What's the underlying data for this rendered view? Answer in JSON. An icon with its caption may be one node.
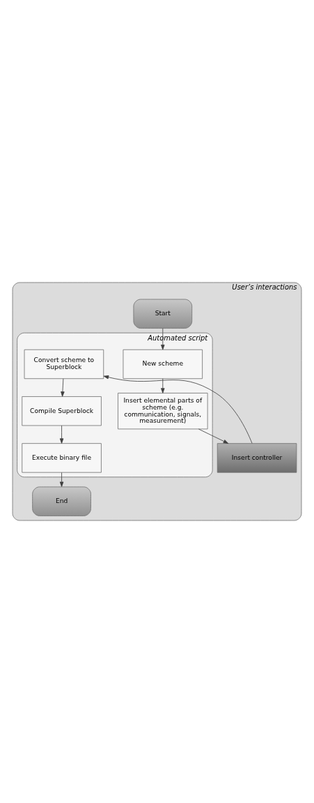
{
  "diagram": {
    "nodes": [
      {
        "text": [
          "User’s interactions"
        ]
      },
      {
        "text": [
          "Automated script"
        ],
        "in": 0
      },
      {
        "text": [
          "Start"
        ],
        "in": 0
      },
      {
        "text": [
          "New scheme"
        ],
        "in": 1
      },
      {
        "text": [
          "Insert elemental parts of scheme (e.g. communication, signals, measurement)"
        ],
        "in": 1
      },
      {
        "text": [
          "Insert controller"
        ],
        "in": 0
      },
      {
        "text": [
          "Convert scheme to Superblock"
        ],
        "in": 1
      },
      {
        "text": [
          "Compile Superblock"
        ],
        "in": 1
      },
      {
        "text": [
          "Execute binary file"
        ],
        "in": 1
      },
      {
        "text": [
          "End"
        ],
        "in": 0
      }
    ],
    "edges": [
      {
        "from": 2,
        "to": 3,
        "arrow": "to"
      },
      {
        "from": 3,
        "to": 4,
        "arrow": "to"
      },
      {
        "from": 4,
        "to": 5,
        "arrow": "to"
      },
      {
        "from": 5,
        "to": 6,
        "arrow": "to"
      },
      {
        "from": 6,
        "to": 7,
        "arrow": "to"
      },
      {
        "from": 7,
        "to": 8,
        "arrow": "to"
      },
      {
        "from": 8,
        "to": 9,
        "arrow": "to"
      }
    ]
  }
}
